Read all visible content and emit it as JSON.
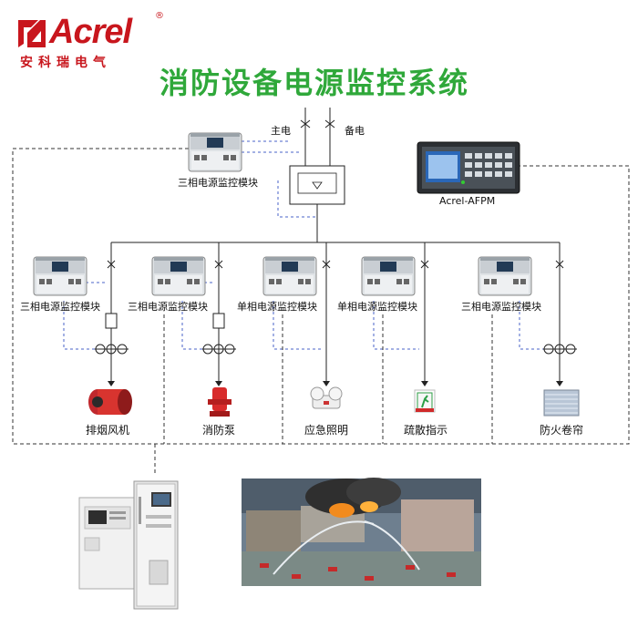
{
  "logo": {
    "brand": "Acrel",
    "reg": "®",
    "chinese": "安科瑞电气"
  },
  "title": "消防设备电源监控系统",
  "top": {
    "main_power": "主电",
    "backup_power": "备电",
    "module_label": "三相电源监控模块",
    "afpm_label": "Acrel-AFPM"
  },
  "branches": [
    {
      "module": "三相电源监控模块",
      "load": "排烟风机"
    },
    {
      "module": "三相电源监控模块",
      "load": "消防泵"
    },
    {
      "module": "单相电源监控模块",
      "load": "应急照明"
    },
    {
      "module": "单相电源监控模块",
      "load": "疏散指示"
    },
    {
      "module": "三相电源监控模块",
      "load": "防火卷帘"
    }
  ],
  "colors": {
    "brand": "#c8161d",
    "title": "#2fa83a",
    "signal": "#4a63c8",
    "wire": "#222222"
  }
}
